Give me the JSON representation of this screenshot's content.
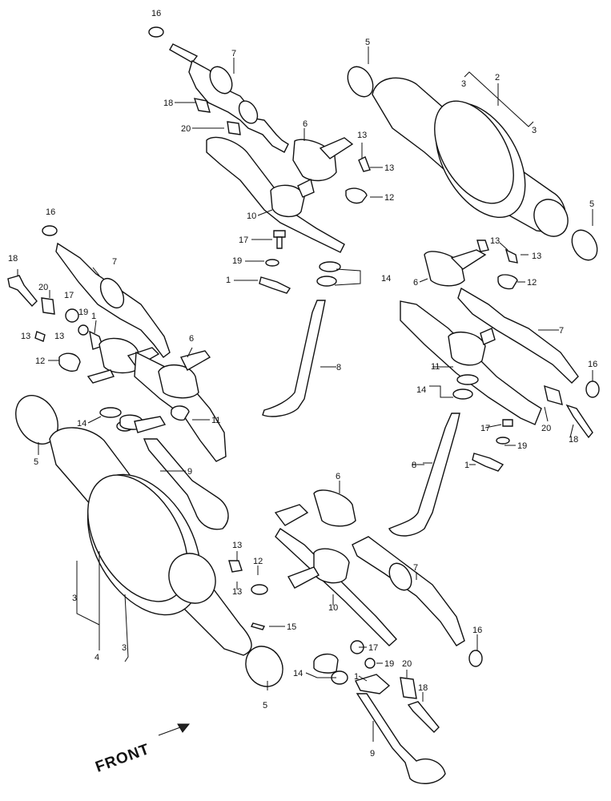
{
  "diagram": {
    "front_label": "FRONT",
    "callouts": [
      "16",
      "7",
      "18",
      "20",
      "6",
      "5",
      "2",
      "3",
      "3",
      "13",
      "13",
      "12",
      "5",
      "10",
      "17",
      "13",
      "13",
      "19",
      "1",
      "14",
      "12",
      "6",
      "16",
      "7",
      "18",
      "20",
      "17",
      "19",
      "13",
      "13",
      "1",
      "12",
      "6",
      "14",
      "11",
      "8",
      "11",
      "7",
      "14",
      "16",
      "20",
      "18",
      "17",
      "19",
      "1",
      "5",
      "9",
      "8",
      "6",
      "3",
      "4",
      "3",
      "13",
      "12",
      "13",
      "15",
      "10",
      "7",
      "16",
      "5",
      "14",
      "17",
      "19",
      "1",
      "20",
      "18",
      "9"
    ]
  },
  "colors": {
    "line": "#111111",
    "background": "#ffffff"
  }
}
